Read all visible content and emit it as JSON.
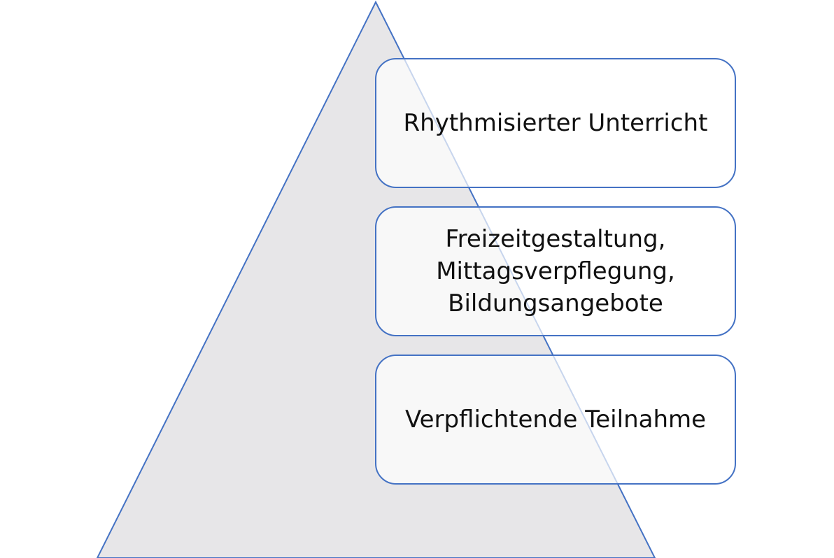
{
  "colors": {
    "pyramid_fill": "#e7e6e8",
    "outline": "#4472c4",
    "text": "#111111"
  },
  "levels": [
    {
      "label": "Rhythmisierter Unterricht"
    },
    {
      "label": "Freizeitgestaltung,\nMittagsverpflegung,\nBildungsangebote"
    },
    {
      "label": "Verpflichtende Teilnahme"
    }
  ]
}
